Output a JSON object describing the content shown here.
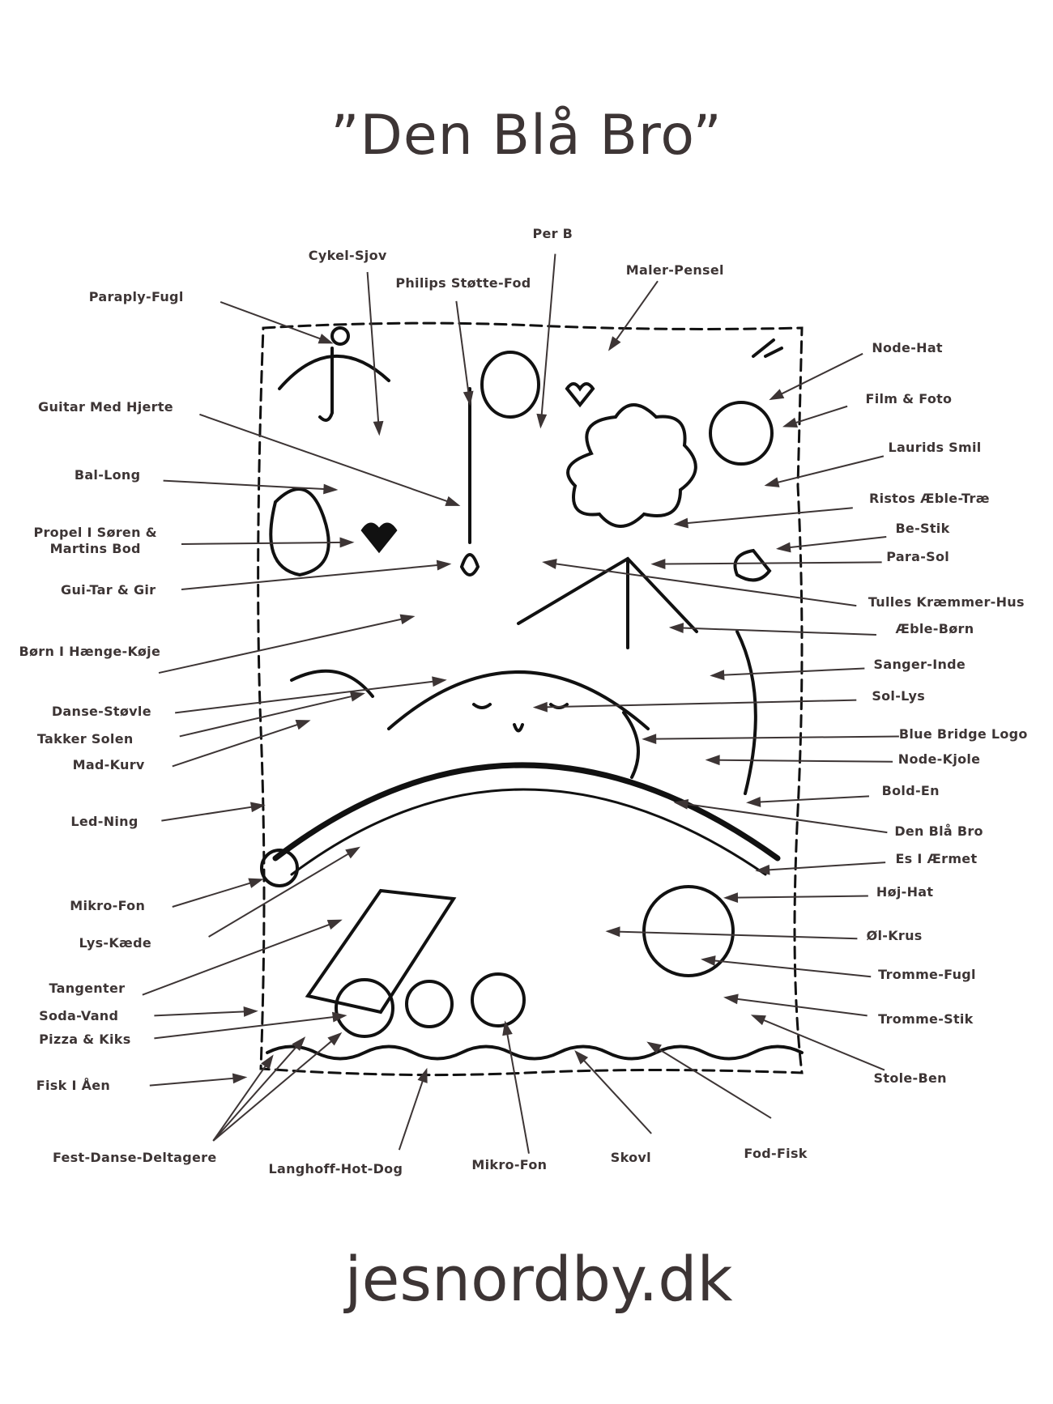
{
  "title": "”Den Blå Bro”",
  "footer": "jesnordby.dk",
  "labels": [
    "Paraply-Fugl",
    "Cykel-Sjov",
    "Philips Støtte-Fod",
    "Per B",
    "Maler-Pensel",
    "Node-Hat",
    "Film & Foto",
    "Laurids Smil",
    "Ristos Æble-Træ",
    "Be-Stik",
    "Para-Sol",
    "Tulles Kræmmer-Hus",
    "Æble-Børn",
    "Sanger-Inde",
    "Sol-Lys",
    "Blue Bridge Logo",
    "Node-Kjole",
    "Bold-En",
    "Den Blå Bro",
    "Es I Ærmet",
    "Høj-Hat",
    "Øl-Krus",
    "Tromme-Fugl",
    "Tromme-Stik",
    "Stole-Ben",
    "Fod-Fisk",
    "Skovl",
    "Mikro-Fon",
    "Langhoff-Hot-Dog",
    "Fest-Danse-Deltagere",
    "Fisk I Åen",
    "Pizza & Kiks",
    "Soda-Vand",
    "Tangenter",
    "Lys-Kæde",
    "Mikro-Fon",
    "Led-Ning",
    "Mad-Kurv",
    "Takker Solen",
    "Danse-Støvle",
    "Børn I Hænge-Køje",
    "Gui-Tar & Gir",
    "Propel I Søren &\nMartins Bod",
    "Bal-Long",
    "Guitar Med Hjerte"
  ],
  "colors": {
    "text": "#3d3535",
    "ink": "#111111"
  }
}
